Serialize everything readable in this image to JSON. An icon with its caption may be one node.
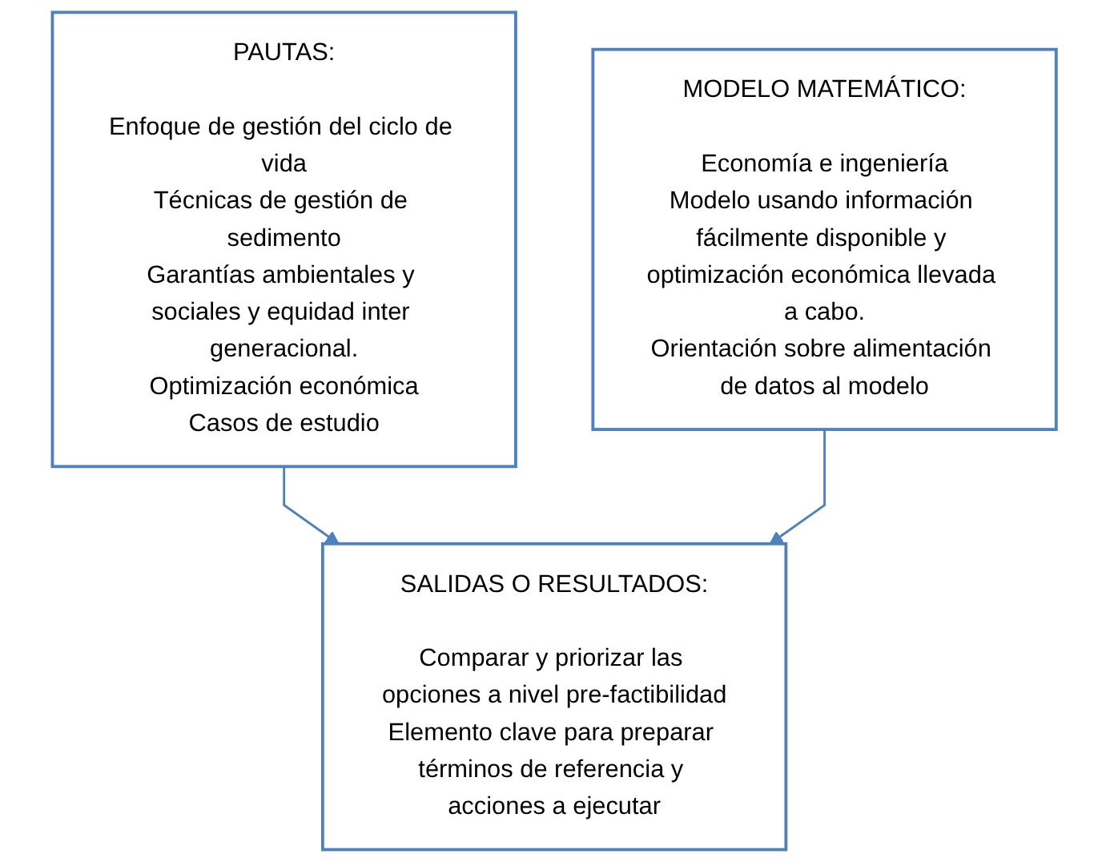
{
  "diagram": {
    "nodes": [
      {
        "text": [
          "PAUTAS:",
          "Enfoque de gestión del ciclo de vida",
          "Técnicas de gestión de sedimento",
          "Garantías ambientales y sociales y equidad inter generacional.",
          "Optimización económica",
          "Casos de estudio"
        ]
      },
      {
        "text": [
          "MODELO MATEMÁTICO:",
          "Economía e ingeniería",
          "Modelo usando información fácilmente disponible y optimización económica llevada a cabo.",
          "Orientación sobre alimentación de datos al modelo"
        ]
      },
      {
        "text": [
          "SALIDAS O RESULTADOS:",
          "Comparar y priorizar las opciones a nivel pre-factibilidad",
          "Elemento clave para preparar términos de referencia y acciones a ejecutar"
        ]
      }
    ],
    "edges": [
      {
        "from": 0,
        "to": 2,
        "arrow": "to"
      },
      {
        "from": 1,
        "to": 2,
        "arrow": "to"
      }
    ]
  }
}
